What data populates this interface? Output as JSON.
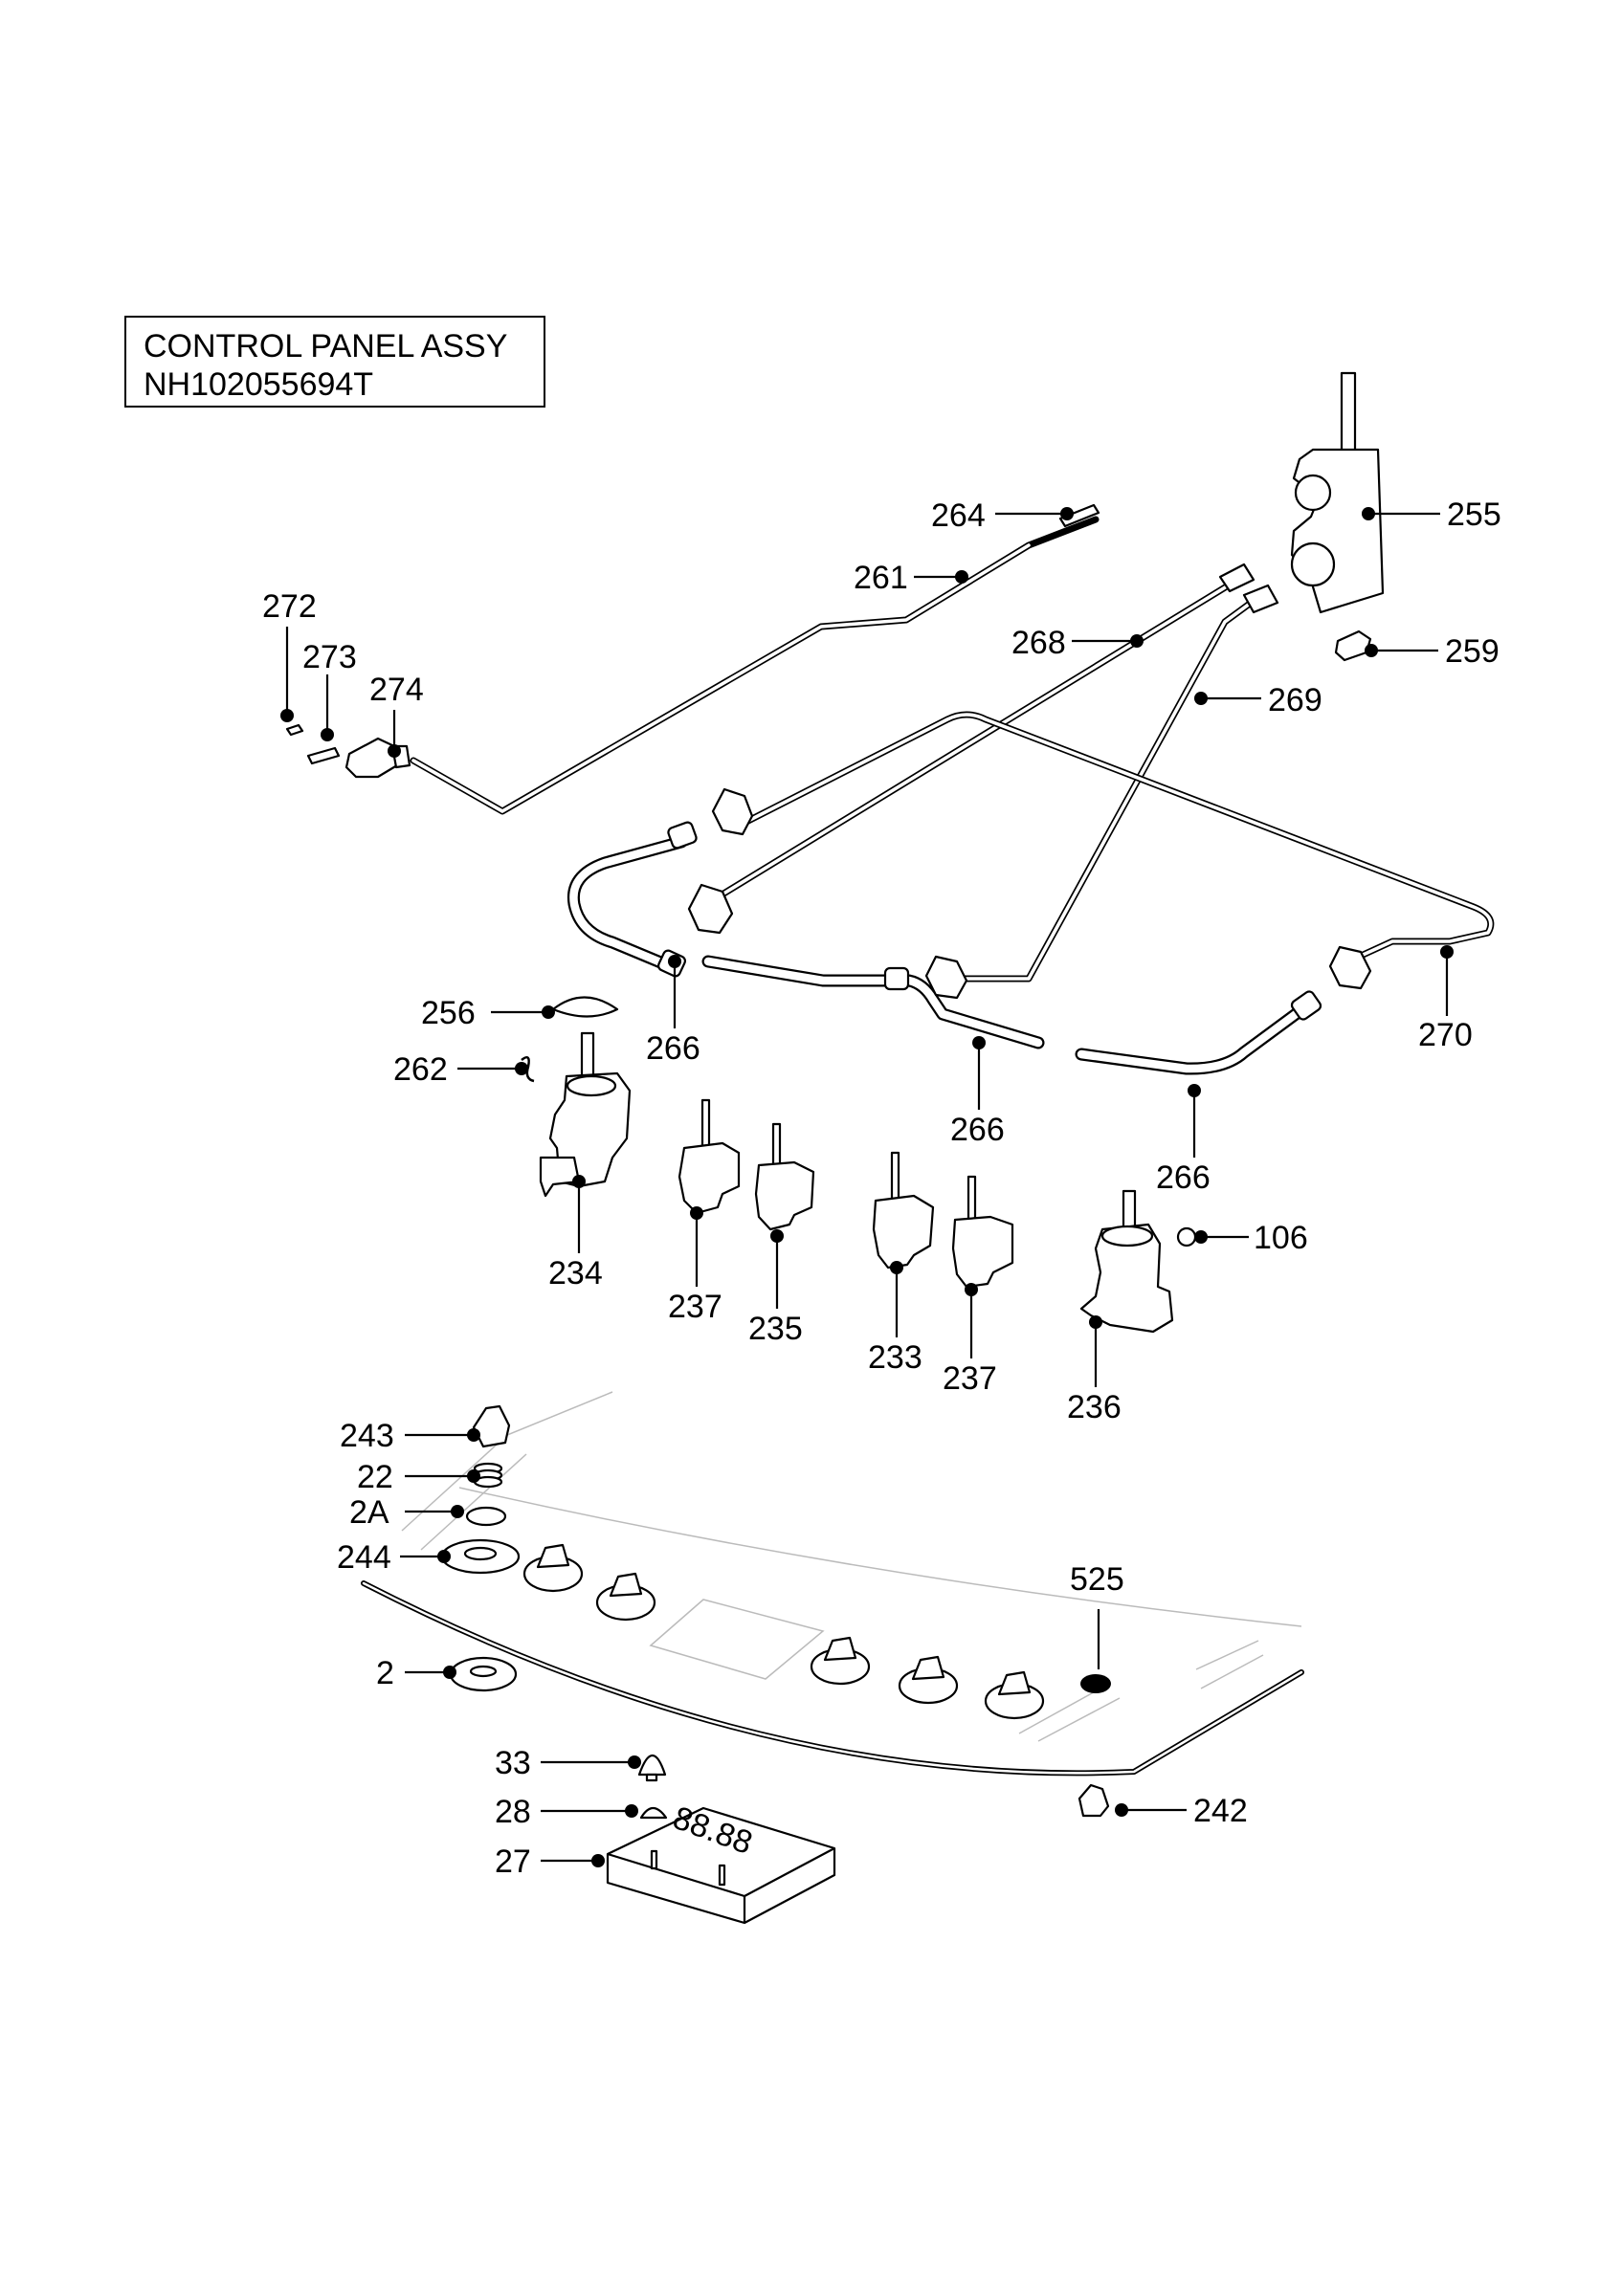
{
  "title": {
    "line1": "CONTROL PANEL ASSY",
    "line2": "NH102055694T"
  },
  "display": {
    "digits": "88.88"
  },
  "callouts": {
    "c264": "264",
    "c261": "261",
    "c255": "255",
    "c259": "259",
    "c268": "268",
    "c269": "269",
    "c272": "272",
    "c273": "273",
    "c274": "274",
    "c270": "270",
    "c266a": "266",
    "c266b": "266",
    "c266c": "266",
    "c256": "256",
    "c262": "262",
    "c234": "234",
    "c237a": "237",
    "c235": "235",
    "c233": "233",
    "c237b": "237",
    "c236": "236",
    "c106": "106",
    "c243": "243",
    "c22": "22",
    "c2A": "2A",
    "c244": "244",
    "c525": "525",
    "c2": "2",
    "c33": "33",
    "c28": "28",
    "c27": "27",
    "c242": "242"
  }
}
